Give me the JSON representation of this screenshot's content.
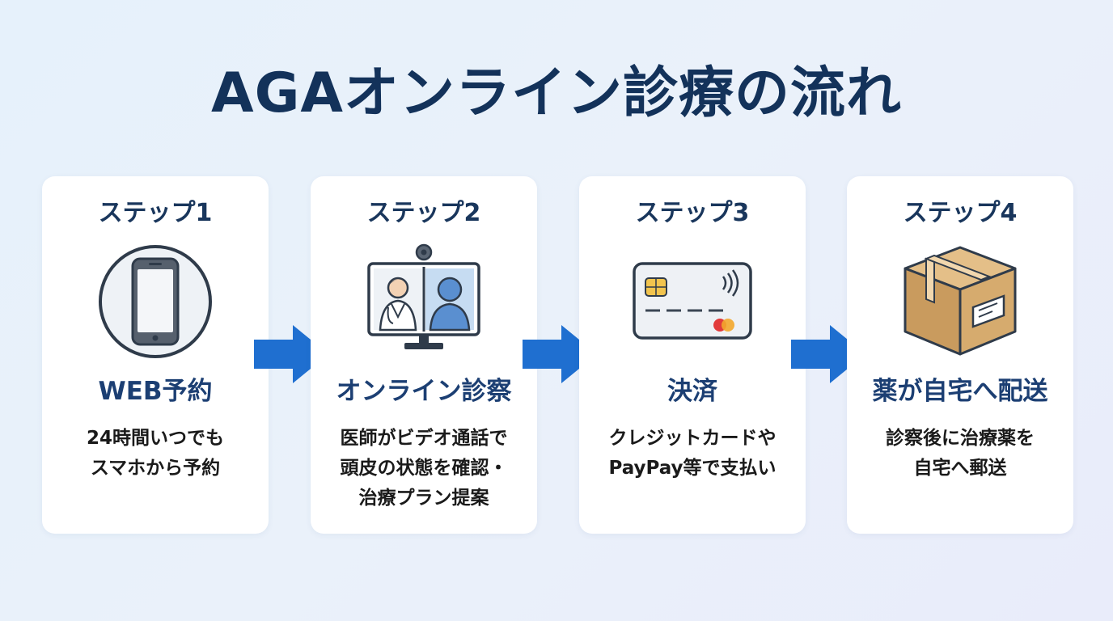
{
  "title": "AGAオンライン診療の流れ",
  "colors": {
    "title": "#13325a",
    "heading": "#1c3f73",
    "arrow": "#1f6fd0",
    "card": "#ffffff"
  },
  "steps": [
    {
      "step_label": "ステップ1",
      "heading": "WEB予約",
      "description": [
        "24時間いつでも",
        "スマホから予約"
      ],
      "icon": "smartphone-icon"
    },
    {
      "step_label": "ステップ2",
      "heading": "オンライン診察",
      "description": [
        "医師がビデオ通話で",
        "頭皮の状態を確認・",
        "治療プラン提案"
      ],
      "icon": "video-call-icon"
    },
    {
      "step_label": "ステップ3",
      "heading": "決済",
      "description": [
        "クレジットカードや",
        "PayPay等で支払い"
      ],
      "icon": "credit-card-icon"
    },
    {
      "step_label": "ステップ4",
      "heading": "薬が自宅へ配送",
      "description": [
        "診察後に治療薬を",
        "自宅へ郵送"
      ],
      "icon": "package-box-icon"
    }
  ],
  "connectors": [
    {
      "icon": "arrow-right-icon"
    },
    {
      "icon": "arrow-right-icon"
    },
    {
      "icon": "arrow-right-icon"
    }
  ]
}
